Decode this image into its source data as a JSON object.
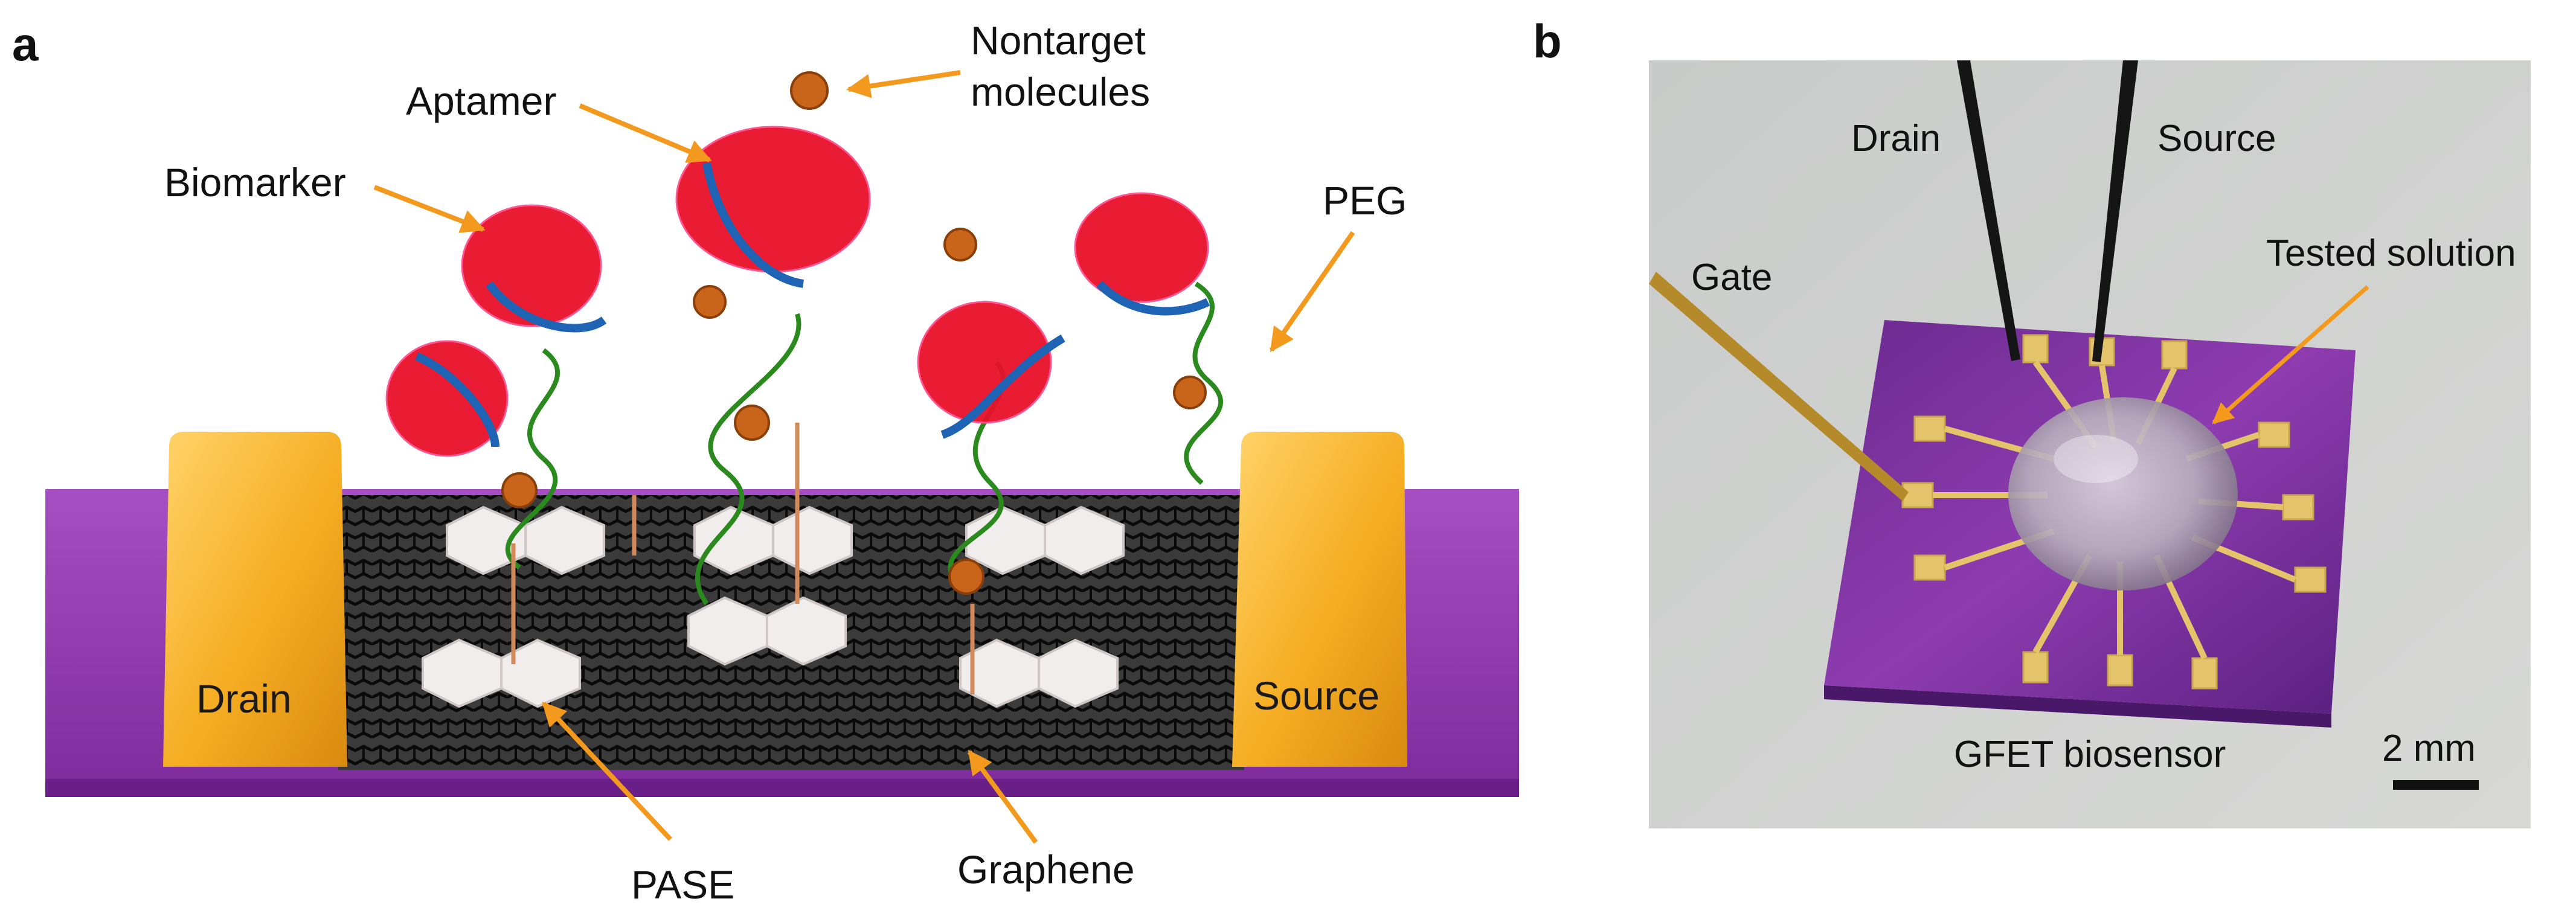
{
  "panel_a": {
    "letter": "a",
    "labels": {
      "nontarget": [
        "Nontarget",
        "molecules"
      ],
      "aptamer": "Aptamer",
      "biomarker": "Biomarker",
      "peg": "PEG",
      "drain": "Drain",
      "source": "Source",
      "pase": "PASE",
      "graphene": "Graphene"
    }
  },
  "panel_b": {
    "letter": "b",
    "labels": {
      "drain": "Drain",
      "source": "Source",
      "gate": "Gate",
      "tested_solution": "Tested solution",
      "device": "GFET biosensor",
      "scale": "2 mm"
    }
  },
  "colors": {
    "arrow": "#f39a1e",
    "substrate": "#9a3fb5",
    "electrode": "#f5b42a",
    "graphene": "#1a1a1a",
    "protein": "#e8102a",
    "aptamer": "#1f63b4",
    "peg": "#2a8a1e",
    "nontarget": "#c8651a"
  }
}
